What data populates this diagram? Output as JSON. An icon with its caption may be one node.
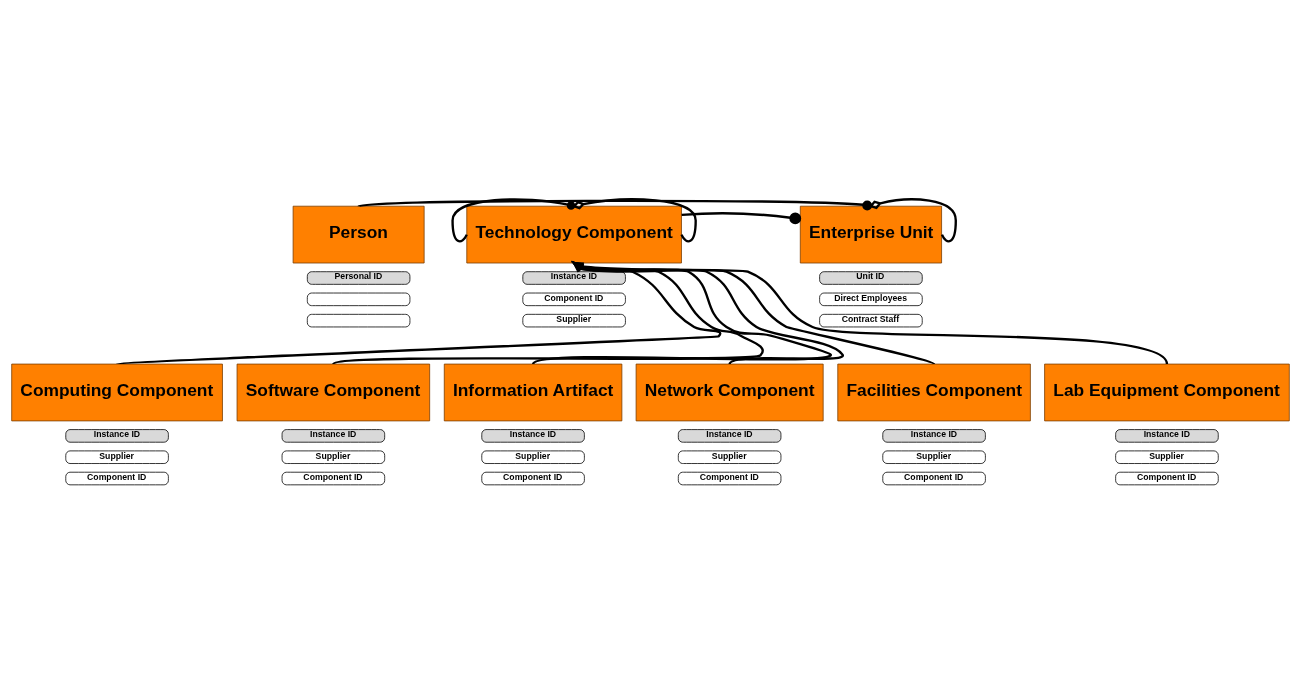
{
  "diagram": {
    "nodes": [
      {
        "text": [
          "Person"
        ]
      },
      {
        "text": [
          "Personal ID"
        ]
      },
      {
        "text": [],
        "shape": "box"
      },
      {
        "text": [],
        "shape": "box"
      },
      {
        "text": [
          "Technology Component"
        ]
      },
      {
        "text": [
          "Instance ID"
        ]
      },
      {
        "text": [
          "Component ID"
        ]
      },
      {
        "text": [
          "Supplier"
        ]
      },
      {
        "text": [
          "Enterprise Unit"
        ]
      },
      {
        "text": [
          "Unit ID"
        ]
      },
      {
        "text": [
          "Direct Employees"
        ]
      },
      {
        "text": [
          "Contract Staff"
        ]
      },
      {
        "text": [
          "Computing Component"
        ]
      },
      {
        "text": [
          "Instance ID"
        ]
      },
      {
        "text": [
          "Supplier"
        ]
      },
      {
        "text": [
          "Component ID"
        ]
      },
      {
        "text": [
          "Software Component"
        ]
      },
      {
        "text": [
          "Instance ID"
        ]
      },
      {
        "text": [
          "Supplier"
        ]
      },
      {
        "text": [
          "Component ID"
        ]
      },
      {
        "text": [
          "Information Artifact"
        ]
      },
      {
        "text": [
          "Instance ID"
        ]
      },
      {
        "text": [
          "Supplier"
        ]
      },
      {
        "text": [
          "Component ID"
        ]
      },
      {
        "text": [
          "Network Component"
        ]
      },
      {
        "text": [
          "Instance ID"
        ]
      },
      {
        "text": [
          "Supplier"
        ]
      },
      {
        "text": [
          "Component ID"
        ]
      },
      {
        "text": [
          "Facilities Component"
        ]
      },
      {
        "text": [
          "Instance ID"
        ]
      },
      {
        "text": [
          "Supplier"
        ]
      },
      {
        "text": [
          "Component ID"
        ]
      },
      {
        "text": [
          "Lab Equipment Component"
        ]
      },
      {
        "text": [
          "Instance ID"
        ]
      },
      {
        "text": [
          "Supplier"
        ]
      },
      {
        "text": [
          "Component ID"
        ]
      }
    ],
    "edges": [
      {
        "from": 0,
        "to": 8,
        "arrow": "other"
      },
      {
        "from": 4,
        "to": 4,
        "arrow": "other"
      },
      {
        "from": 4,
        "to": 4,
        "arrow": "other"
      },
      {
        "from": 4,
        "to": 8,
        "arrow": "other"
      },
      {
        "from": 8,
        "to": 8,
        "arrow": "other"
      },
      {
        "from": 12,
        "to": 4,
        "arrow": "to"
      },
      {
        "from": 16,
        "to": 4,
        "arrow": "to"
      },
      {
        "from": 20,
        "to": 4,
        "arrow": "to"
      },
      {
        "from": 24,
        "to": 4,
        "arrow": "to"
      },
      {
        "from": 28,
        "to": 4,
        "arrow": "to"
      },
      {
        "from": 32,
        "to": 4,
        "arrow": "to"
      }
    ]
  }
}
